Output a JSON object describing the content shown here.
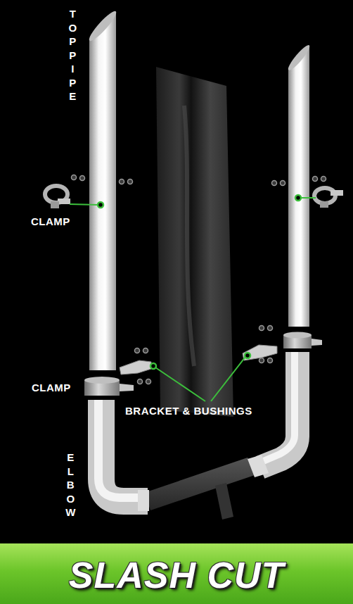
{
  "diagram": {
    "title": "SLASH CUT",
    "labels": [
      "TOP PIPE",
      "CLAMP",
      "CLAMP",
      "BRACKET & BUSHINGS",
      "ELBOW"
    ]
  }
}
